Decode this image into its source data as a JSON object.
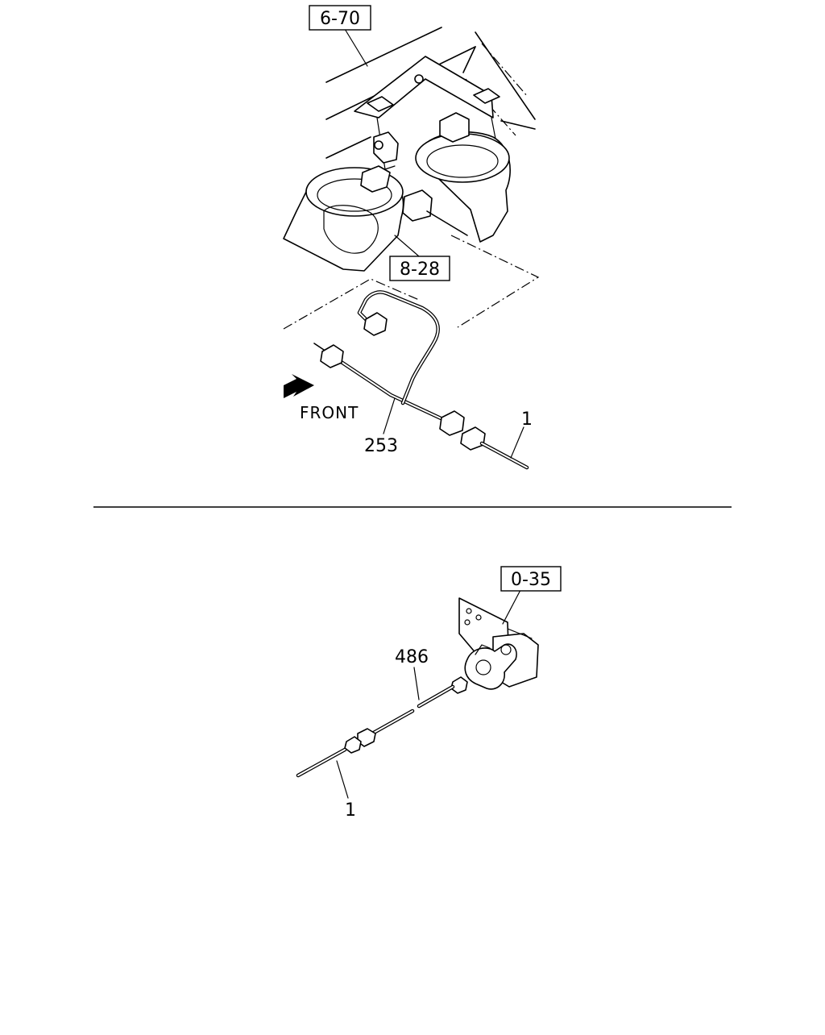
{
  "top_diagram": {
    "ref_labels": [
      "6-70",
      "8-28"
    ],
    "part_numbers": [
      "253",
      "1"
    ],
    "direction_label": "FRONT"
  },
  "bottom_diagram": {
    "ref_labels": [
      "0-35"
    ],
    "part_numbers": [
      "486",
      "1"
    ]
  }
}
